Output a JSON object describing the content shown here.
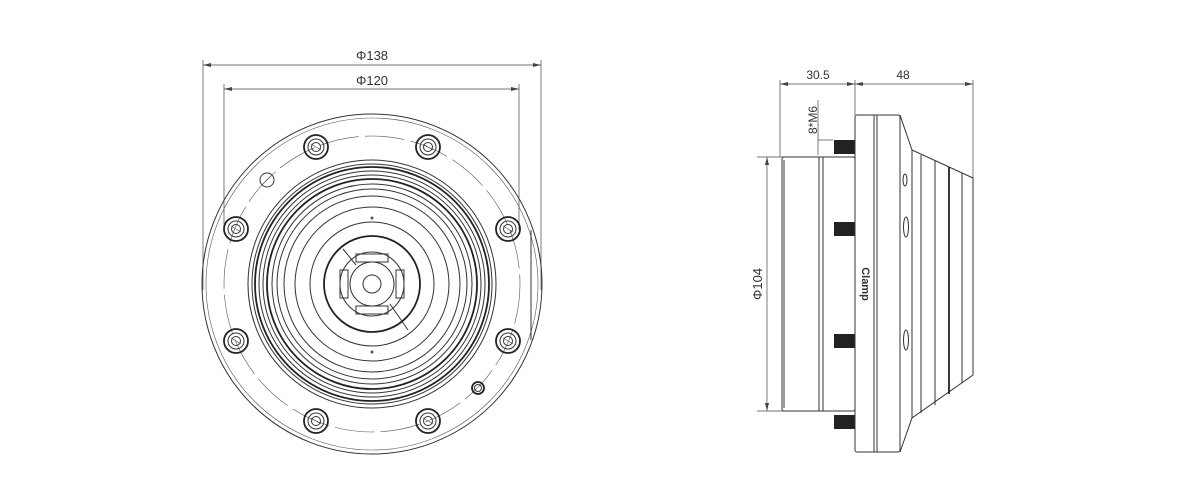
{
  "front_view": {
    "dim_outer_diameter": "Φ138",
    "dim_bolt_diameter": "Φ120"
  },
  "side_view": {
    "dim_cylinder_length": "30.5",
    "dim_flange_length": "48",
    "dim_thread": "8*M6",
    "dim_cylinder_diameter": "Φ104",
    "clamp_label": "Clamp"
  },
  "colors": {
    "line": "#333333",
    "background": "#ffffff",
    "bolt_fill": "#222222"
  }
}
